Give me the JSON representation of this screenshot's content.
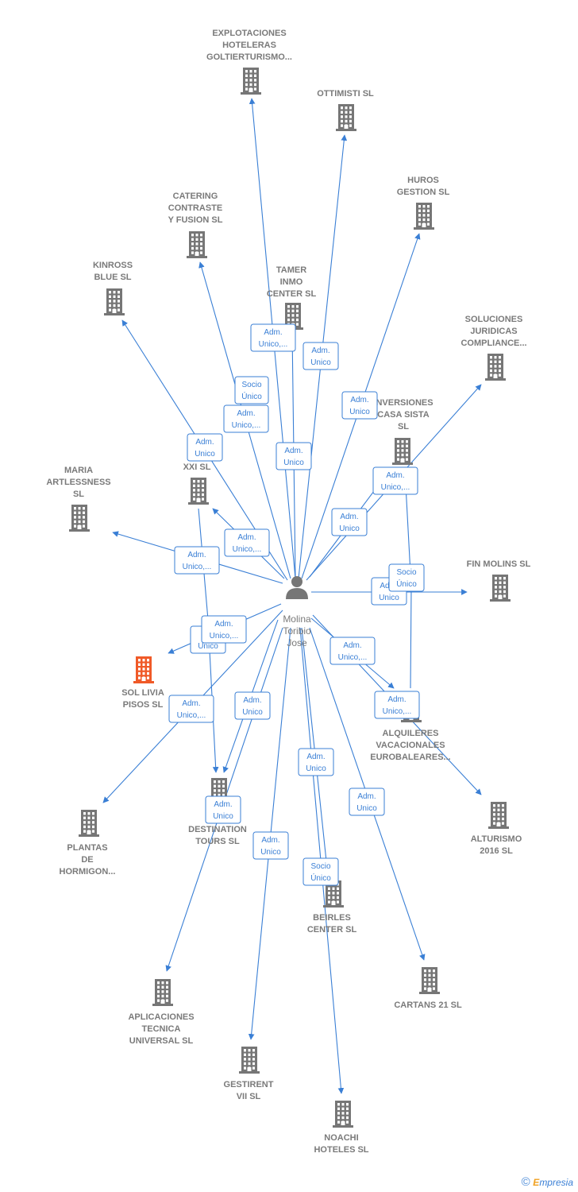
{
  "center": {
    "name_lines": [
      "Molina",
      "Toribio",
      "Jose"
    ],
    "icon": "person-icon"
  },
  "companies": [
    {
      "id": "explotaciones",
      "lines": [
        "EXPLOTACIONES",
        "HOTELERAS",
        "GOLTIERTURISMO..."
      ],
      "highlight": false
    },
    {
      "id": "ottimisti",
      "lines": [
        "OTTIMISTI  SL"
      ],
      "highlight": false
    },
    {
      "id": "huros",
      "lines": [
        "HUROS",
        "GESTION SL"
      ],
      "highlight": false
    },
    {
      "id": "catering",
      "lines": [
        "CATERING",
        "CONTRASTE",
        "Y FUSION  SL"
      ],
      "highlight": false
    },
    {
      "id": "kinross",
      "lines": [
        "KINROSS",
        "BLUE SL"
      ],
      "highlight": false
    },
    {
      "id": "tamer",
      "lines": [
        "TAMER",
        "INMO",
        "CENTER  SL"
      ],
      "highlight": false
    },
    {
      "id": "soluciones",
      "lines": [
        "SOLUCIONES",
        "JURIDICAS",
        "COMPLIANCE..."
      ],
      "highlight": false
    },
    {
      "id": "inversiones",
      "lines": [
        "INVERSIONES",
        "CASA SISTA",
        "SL"
      ],
      "highlight": false
    },
    {
      "id": "ga",
      "lines": [
        "GA",
        "XXI  SL"
      ],
      "highlight": false
    },
    {
      "id": "maria",
      "lines": [
        "MARIA",
        "ARTLESSNESS",
        "SL"
      ],
      "highlight": false
    },
    {
      "id": "finmolins",
      "lines": [
        "FIN MOLINS SL"
      ],
      "highlight": false
    },
    {
      "id": "sollivia",
      "lines": [
        "SOL LIVIA",
        "PISOS  SL"
      ],
      "highlight": true
    },
    {
      "id": "alquileres",
      "lines": [
        "ALQUILERES",
        "VACACIONALES",
        "EUROBALEARES..."
      ],
      "highlight": false
    },
    {
      "id": "plantas",
      "lines": [
        "PLANTAS",
        "DE",
        "HORMIGON..."
      ],
      "highlight": false
    },
    {
      "id": "destination",
      "lines": [
        "S",
        "DESTINATION",
        "TOURS SL"
      ],
      "highlight": false
    },
    {
      "id": "alturismo",
      "lines": [
        "ALTURISMO",
        "2016  SL"
      ],
      "highlight": false
    },
    {
      "id": "beirles",
      "lines": [
        "BEIRLES",
        "CENTER SL"
      ],
      "highlight": false
    },
    {
      "id": "aplicaciones",
      "lines": [
        "APLICACIONES",
        "TECNICA",
        "UNIVERSAL SL"
      ],
      "highlight": false
    },
    {
      "id": "cartans",
      "lines": [
        "CARTANS 21 SL"
      ],
      "highlight": false
    },
    {
      "id": "gestirent",
      "lines": [
        "GESTIRENT",
        "VII SL"
      ],
      "highlight": false
    },
    {
      "id": "noachi",
      "lines": [
        "NOACHI",
        "HOTELES  SL"
      ],
      "highlight": false
    }
  ],
  "relations": [
    {
      "lines": [
        "Adm.",
        "Unico,..."
      ]
    },
    {
      "lines": [
        "Adm.",
        "Unico"
      ]
    },
    {
      "lines": [
        "Socio",
        "Único"
      ]
    },
    {
      "lines": [
        "Adm.",
        "Unico,..."
      ]
    },
    {
      "lines": [
        "Adm.",
        "Unico"
      ]
    },
    {
      "lines": [
        "Adm.",
        "Unico"
      ]
    },
    {
      "lines": [
        "Adm.",
        "Unico"
      ]
    },
    {
      "lines": [
        "Adm.",
        "Unico,..."
      ]
    },
    {
      "lines": [
        "Adm.",
        "Unico"
      ]
    },
    {
      "lines": [
        "Adm.",
        "Unico,..."
      ]
    },
    {
      "lines": [
        "Adm.",
        "Unico,..."
      ]
    },
    {
      "lines": [
        "Adm.",
        "Unico"
      ]
    },
    {
      "lines": [
        "Socio",
        "Único"
      ]
    },
    {
      "lines": [
        "S",
        "Unico"
      ]
    },
    {
      "lines": [
        "Adm.",
        "Unico,..."
      ]
    },
    {
      "lines": [
        "Adm.",
        "Unico,..."
      ]
    },
    {
      "lines": [
        "Adm.",
        "Unico,..."
      ]
    },
    {
      "lines": [
        "Adm.",
        "Unico,..."
      ]
    },
    {
      "lines": [
        "Adm.",
        "Unico"
      ]
    },
    {
      "lines": [
        "Adm.",
        "Unico"
      ]
    },
    {
      "lines": [
        "Adm.",
        "Unico"
      ]
    },
    {
      "lines": [
        "Adm.",
        "Unico"
      ]
    },
    {
      "lines": [
        "Adm.",
        "Unico"
      ]
    },
    {
      "lines": [
        "Socio",
        "Único"
      ]
    }
  ],
  "colors": {
    "edge": "#3a7fd5",
    "building": "#767676",
    "highlight": "#f05a28"
  },
  "footer": {
    "copyright_symbol": "©",
    "brand_initial": "E",
    "brand_rest": "mpresia"
  }
}
